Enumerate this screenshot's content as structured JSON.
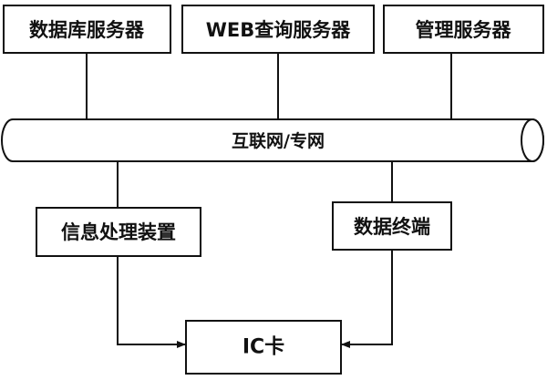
{
  "diagram": {
    "servers": {
      "database": "数据库服务器",
      "web_query": "WEB查询服务器",
      "management": "管理服务器"
    },
    "network": "互联网/专网",
    "clients": {
      "info_processing": "信息处理装置",
      "data_terminal": "数据终端"
    },
    "card": "IC卡"
  }
}
